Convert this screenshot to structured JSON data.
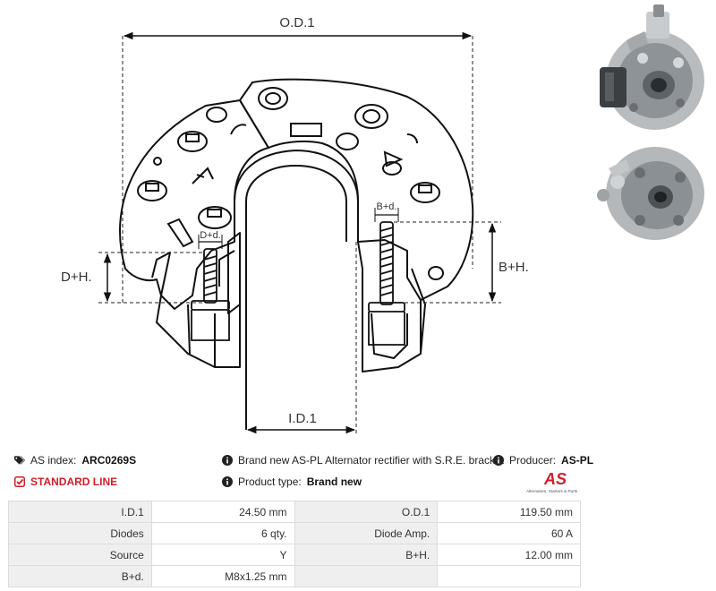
{
  "dimensions": {
    "od": "O.D.1",
    "id": "I.D.1",
    "dh": "D+H.",
    "bh": "B+H.",
    "dd": "D+d.",
    "bd": "B+d."
  },
  "info": {
    "as_index_label": "AS index:",
    "as_index_value": "ARC0269S",
    "description": "Brand new AS-PL Alternator rectifier with S.R.E. bracket",
    "producer_label": "Producer:",
    "producer_value": "AS-PL",
    "line_label": "STANDARD LINE",
    "product_type_label": "Product type:",
    "product_type_value": "Brand new",
    "logo_text": "AS",
    "logo_tagline": "Alternators, Starters & Parts"
  },
  "specs": [
    [
      {
        "label": "I.D.1",
        "value": "24.50 mm"
      },
      {
        "label": "O.D.1",
        "value": "119.50 mm"
      }
    ],
    [
      {
        "label": "Diodes",
        "value": "6 qty."
      },
      {
        "label": "Diode Amp.",
        "value": "60 A"
      }
    ],
    [
      {
        "label": "Source",
        "value": "Y"
      },
      {
        "label": "B+H.",
        "value": "12.00 mm"
      }
    ],
    [
      {
        "label": "B+d.",
        "value": "M8x1.25 mm"
      },
      {
        "label": "",
        "value": ""
      }
    ]
  ],
  "colors": {
    "accent_red": "#d11f26",
    "table_label_bg": "#efefef",
    "table_border": "#dcdcdc"
  }
}
